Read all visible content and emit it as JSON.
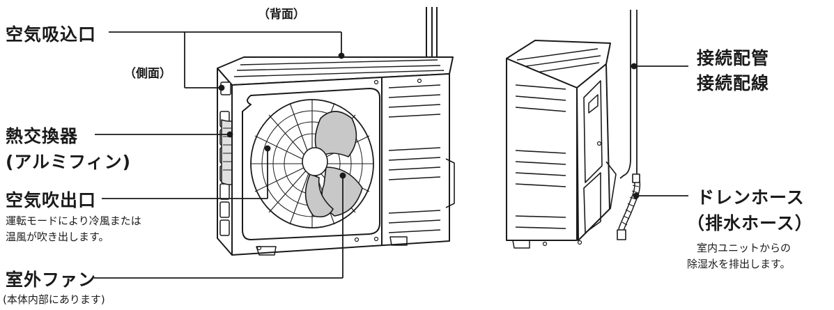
{
  "labels": {
    "air_intake": "空気吸込口",
    "back": "（背面）",
    "side": "（側面）",
    "heat_exchanger_line1": "熱交換器",
    "heat_exchanger_line2": "(アルミフィン)",
    "air_outlet": "空気吹出口",
    "air_outlet_note_line1": "運転モードにより冷風または",
    "air_outlet_note_line2": "温風が吹き出します。",
    "outdoor_fan": "室外ファン",
    "outdoor_fan_note": "(本体内部にあります)",
    "pipe_line1": "接続配管",
    "pipe_line2": "接続配線",
    "drain_hose_line1": "ドレンホース",
    "drain_hose_line2": "（排水ホース）",
    "drain_note_line1": "室内ユニットからの",
    "drain_note_line2": "除湿水を排出します。"
  },
  "colors": {
    "line": "#1a1a1a",
    "fan_blade": "#c8c8c8",
    "background": "#ffffff"
  }
}
